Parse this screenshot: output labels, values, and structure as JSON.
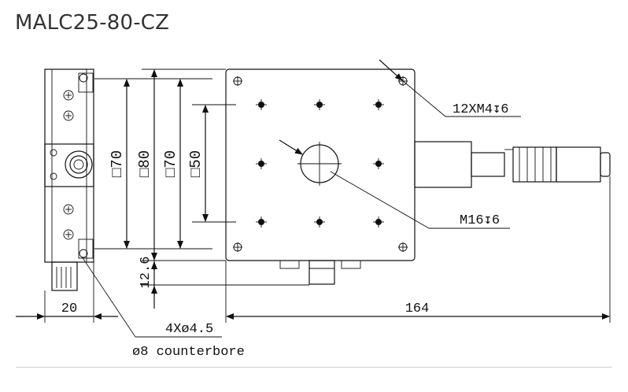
{
  "title": "MALC25-80-CZ",
  "labels": {
    "holes_top": "12XM4↧",
    "holes_top_depth": "6",
    "center_hole": "M16↧",
    "center_hole_depth": "6",
    "mount_holes": "4Xø4.5",
    "counterbore": "ø8 counterbore"
  },
  "dimensions": {
    "sq70_a": "□70",
    "sq80": "□80",
    "sq70_b": "□70",
    "sq50": "□50",
    "height": "12.6",
    "width_left": "20",
    "length": "164"
  },
  "colors": {
    "line": "#111111",
    "title": "#333333"
  }
}
